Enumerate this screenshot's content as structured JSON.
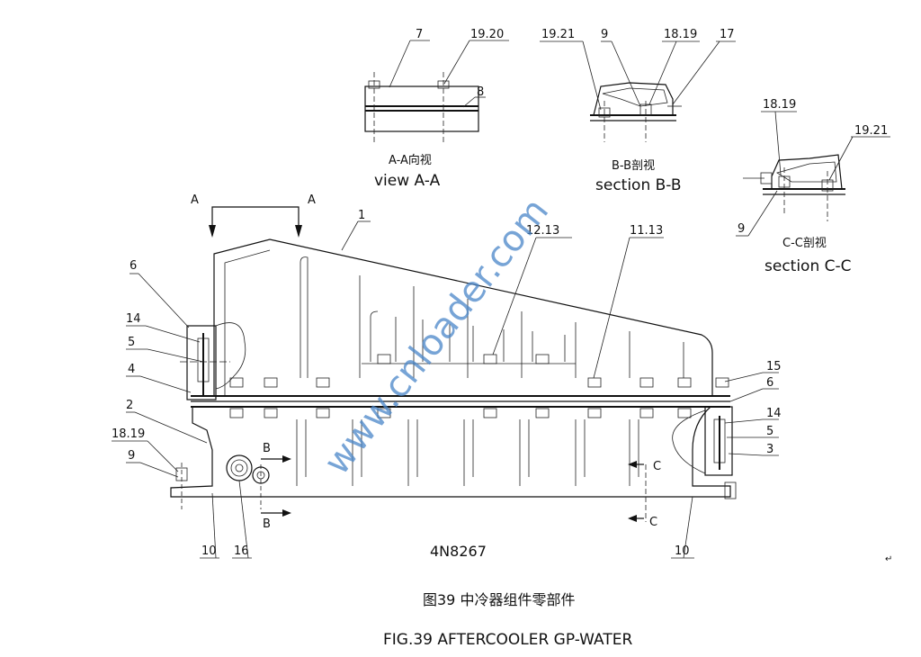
{
  "callouts": {
    "c1": "1",
    "c7": "7",
    "c1920": "19.20",
    "c8": "8",
    "bb1921": "19.21",
    "bb9": "9",
    "bb1819": "18.19",
    "bb17": "17",
    "cc1819": "18.19",
    "cc1921": "19.21",
    "cc9": "9",
    "l6": "6",
    "l14": "14",
    "l5": "5",
    "l4": "4",
    "l2": "2",
    "l1819": "18.19",
    "l9": "9",
    "l10a": "10",
    "l16": "16",
    "l1213": "12.13",
    "l1113": "11.13",
    "r15": "15",
    "r6": "6",
    "r14": "14",
    "r5": "5",
    "r3": "3",
    "r10": "10"
  },
  "view_aa": {
    "zh": "A-A向视",
    "en": "view   A-A"
  },
  "section_bb": {
    "zh": "B-B剖视",
    "en": "section   B-B"
  },
  "section_cc": {
    "zh": "C-C剖视",
    "en": "section   C-C"
  },
  "section_marks": {
    "a_left": "A",
    "a_right": "A",
    "b_top": "B",
    "b_bottom": "B",
    "c_top": "C",
    "c_bottom": "C"
  },
  "part_number": "4N8267",
  "caption_zh": "图39  中冷器组件零部件",
  "caption_en": "FIG.39  AFTERCOOLER GP-WATER",
  "watermark": "www.cnloader.com",
  "corner_mark": "↵"
}
